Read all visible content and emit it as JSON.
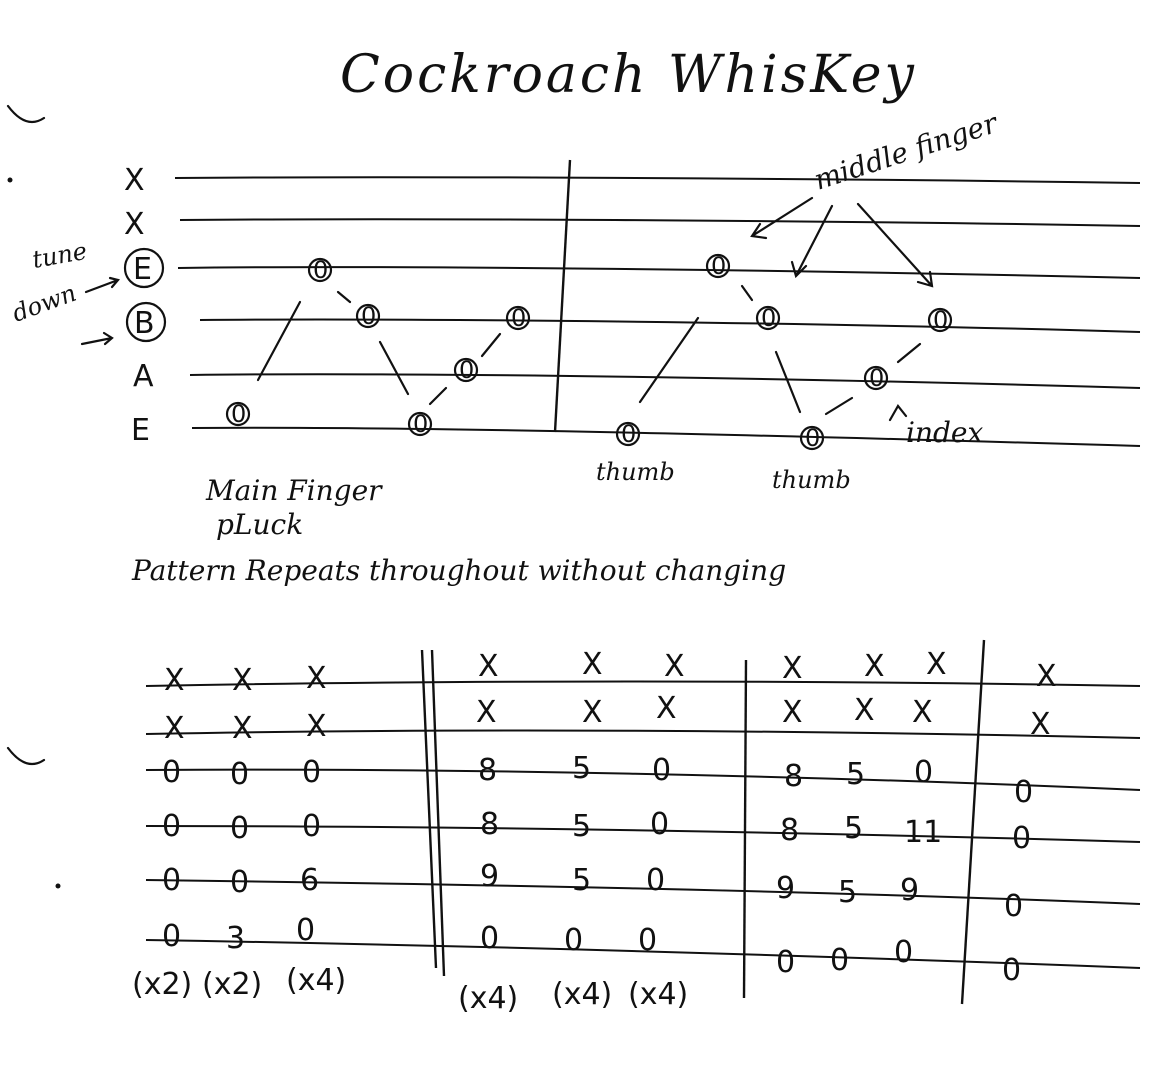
{
  "title": "Cockroach WhisKey",
  "notes": {
    "tune_down": [
      "tune",
      "down"
    ],
    "middle_finger": "middle finger",
    "index": "index",
    "thumb": "thumb",
    "main_finger": "Main Finger",
    "pluck": "pLuck",
    "pattern_repeats": "Pattern Repeats throughout without changing"
  },
  "string_labels": [
    "X",
    "X",
    "E",
    "B",
    "A",
    "E"
  ],
  "circled_strings": [
    "E",
    "B"
  ],
  "pattern_notes": [
    "0",
    "0",
    "0",
    "0",
    "0",
    "0",
    "0",
    "0",
    "0",
    "0",
    "0",
    "0"
  ],
  "chord_columns": [
    [
      "X",
      "X",
      "0",
      "0",
      "0",
      "0"
    ],
    [
      "X",
      "X",
      "0",
      "0",
      "0",
      "3"
    ],
    [
      "X",
      "X",
      "0",
      "0",
      "6",
      "0"
    ],
    [
      "X",
      "X",
      "8",
      "8",
      "9",
      "0"
    ],
    [
      "X",
      "X",
      "5",
      "5",
      "5",
      "0"
    ],
    [
      "X",
      "X",
      "0",
      "0",
      "0",
      "0"
    ],
    [
      "X",
      "X",
      "8",
      "8",
      "9",
      "0"
    ],
    [
      "X",
      "X",
      "5",
      "5",
      "5",
      "0"
    ],
    [
      "X",
      "X",
      "0",
      "11",
      "9",
      "0"
    ],
    [
      "X",
      "X",
      "0",
      "0",
      "0",
      "0"
    ]
  ],
  "repeats": [
    "(x2)",
    "(x2)",
    "(x4)",
    "(x4)",
    "(x4)",
    "(x4)"
  ]
}
